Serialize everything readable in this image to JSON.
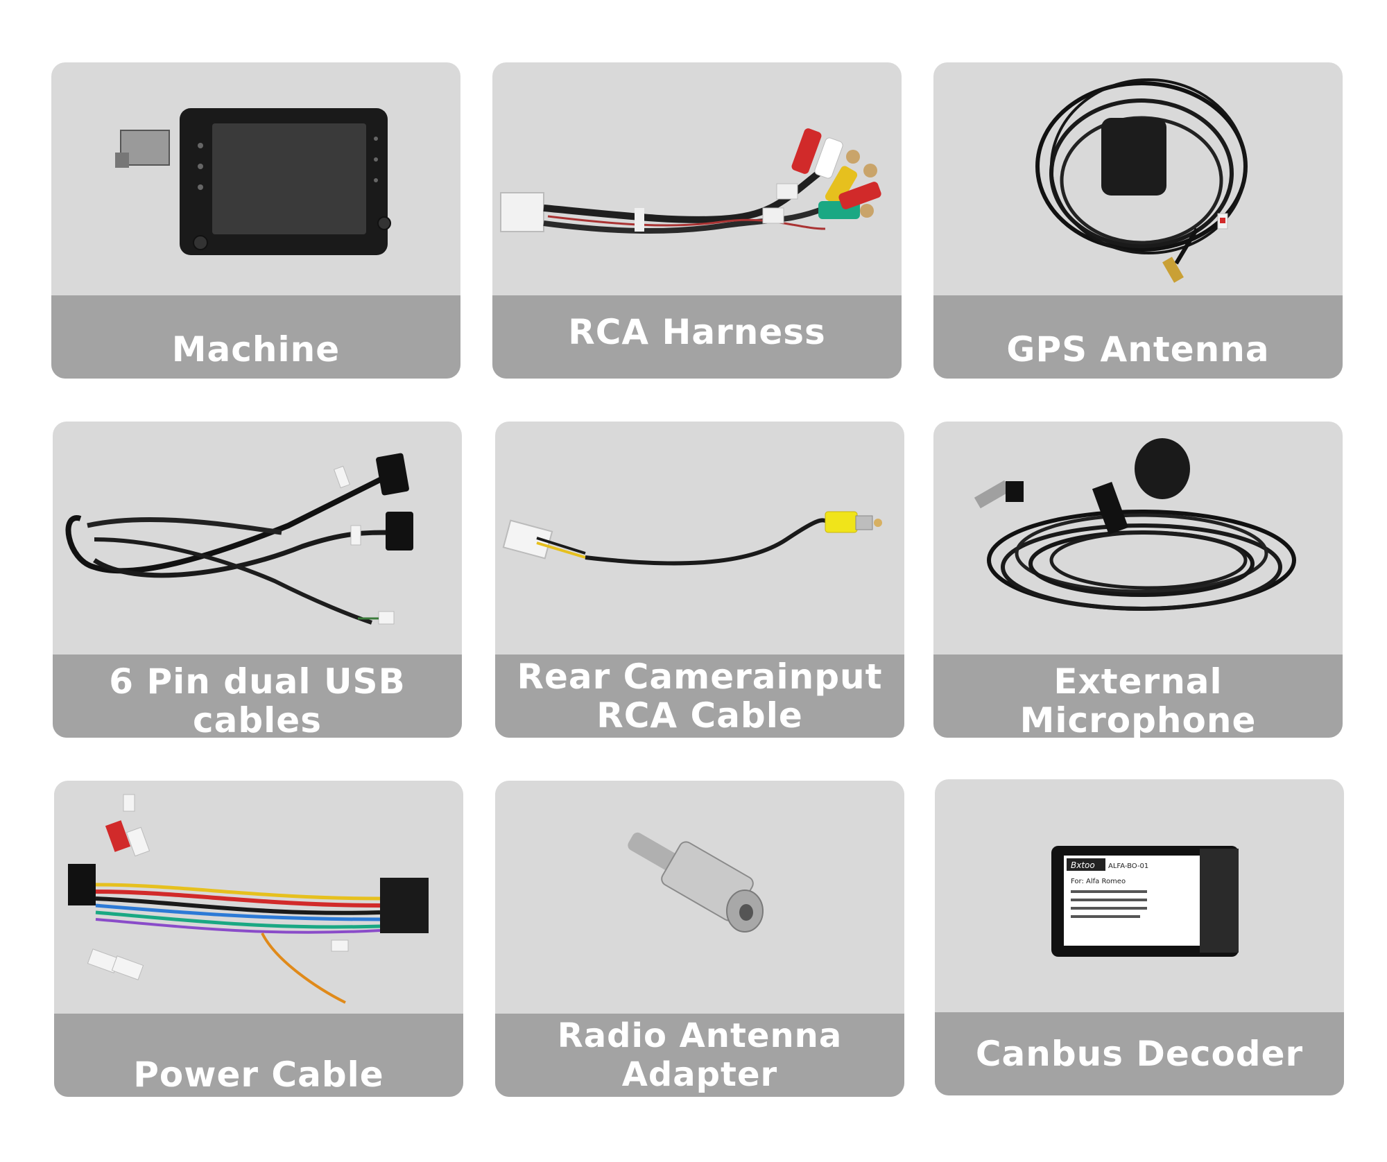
{
  "items": [
    {
      "label_lines": [
        "Machine"
      ],
      "icon": "car-head-unit"
    },
    {
      "label_lines": [
        "RCA Harness"
      ],
      "icon": "rca-harness"
    },
    {
      "label_lines": [
        "GPS Antenna"
      ],
      "icon": "gps-antenna"
    },
    {
      "label_lines": [
        "6 Pin dual USB cables"
      ],
      "icon": "usb-cable"
    },
    {
      "label_lines": [
        "Rear Camerainput",
        "RCA Cable"
      ],
      "icon": "camera-rca-cable"
    },
    {
      "label_lines": [
        "External Microphone"
      ],
      "icon": "microphone"
    },
    {
      "label_lines": [
        "Power Cable"
      ],
      "icon": "power-cable"
    },
    {
      "label_lines": [
        "Radio Antenna",
        "Adapter"
      ],
      "icon": "antenna-adapter"
    },
    {
      "label_lines": [
        "Canbus Decoder"
      ],
      "icon": "canbus-decoder"
    }
  ],
  "decoder_box": {
    "brand": "Bxtoo",
    "model": "ALFA-BO-01",
    "for_text": "For: Alfa Romeo"
  },
  "colors": {
    "card_background": "#d9d9d9",
    "label_bar": "#a3a3a3",
    "label_text": "#ffffff"
  }
}
